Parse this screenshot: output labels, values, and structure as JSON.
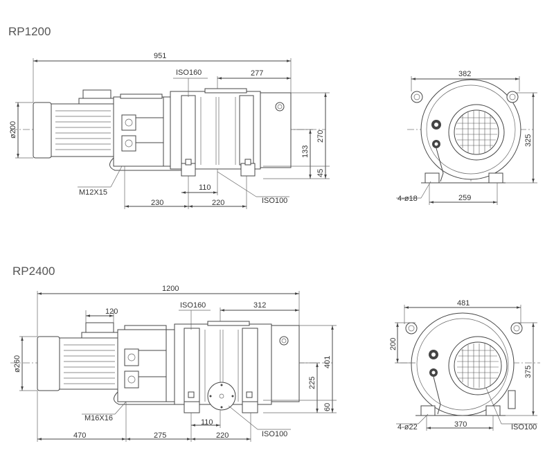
{
  "rp1200": {
    "title": "RP1200",
    "side": {
      "len_total": "951",
      "len_iso": "277",
      "iso_top": "ISO160",
      "dia": "ø200",
      "h_total": "270",
      "h_mid": "133",
      "h_base": "45",
      "thread": "M12X15",
      "d110": "110",
      "d230": "230",
      "d220": "220",
      "iso_bottom": "ISO100"
    },
    "front": {
      "width": "382",
      "height": "325",
      "holes": "4-ø18",
      "base": "259"
    }
  },
  "rp2400": {
    "title": "RP2400",
    "side": {
      "len_total": "1200",
      "len_120": "120",
      "len_iso": "312",
      "iso_top": "ISO160",
      "dia": "ø260",
      "h_total": "401",
      "h_mid": "225",
      "h_base": "60",
      "thread": "M16X16",
      "d110": "110",
      "d470": "470",
      "d275": "275",
      "d220": "220",
      "iso_bottom": "ISO100"
    },
    "front": {
      "width": "481",
      "height": "375",
      "h200": "200",
      "holes": "4-ø22",
      "base": "370",
      "iso": "ISO100"
    }
  },
  "colors": {
    "line": "#444444",
    "text": "#333333",
    "title": "#555555"
  }
}
